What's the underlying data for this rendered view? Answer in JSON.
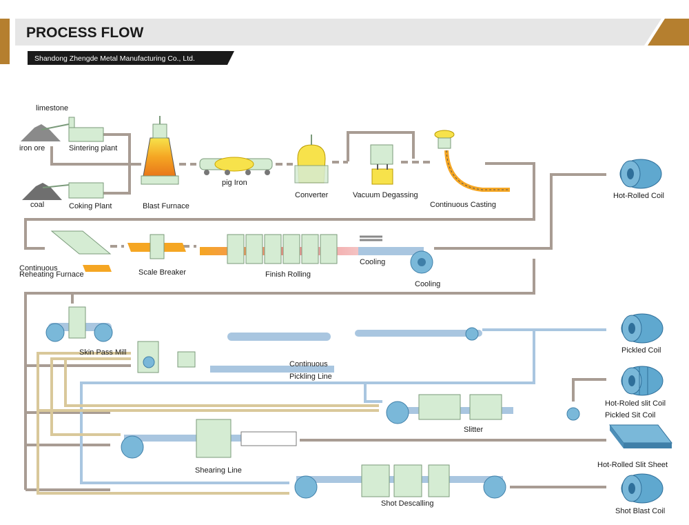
{
  "header": {
    "title": "PROCESS FLOW",
    "subtitle": "Shandong Zhengde Metal Manufacturing Co., Ltd.",
    "accent_color": "#b57f2f"
  },
  "colors": {
    "flow_brown": "#a89c93",
    "flow_blue": "#a9c6e0",
    "flow_tan": "#d9c89a",
    "equipment_green": "#d5ecd3",
    "roll_blue": "#7ab8d9",
    "coil_blue": "#5fa8cf",
    "hot_orange": "#f5a623",
    "molten_yellow": "#f7e24b"
  },
  "labels": {
    "limestone": "limestone",
    "iron_ore": "iron ore",
    "sintering_plant": "Sintering plant",
    "coal": "coal",
    "coking_plant": "Coking Plant",
    "blast_furnace": "Blast Furnace",
    "pig_iron": "pig Iron",
    "converter": "Converter",
    "vacuum_degassing": "Vacuum Degassing",
    "continuous_casting": "Continuous Casting",
    "hot_rolled_coil": "Hot-Rolled Coil",
    "reheating_furnace_1": "Continuous",
    "reheating_furnace_2": "Reheating Furnace",
    "scale_breaker": "Scale Breaker",
    "finish_rolling": "Finish Rolling",
    "cooling_1": "Cooling",
    "cooling_2": "Cooling",
    "skin_pass_mill": "Skin Pass Mill",
    "pickling_line_1": "Continuous",
    "pickling_line_2": "Pickling Line",
    "pickled_coil": "Pickled Coil",
    "slit_coil_1": "Hot-Roled slit Coil",
    "slit_coil_2": "Pickled Sit Coil",
    "slitter": "Slitter",
    "slit_sheet": "Hot-Rolled Slit Sheet",
    "shearing_line": "Shearing Line",
    "shot_descalling": "Shot Descalling",
    "shot_blast_coil": "Shot Blast Coil"
  }
}
